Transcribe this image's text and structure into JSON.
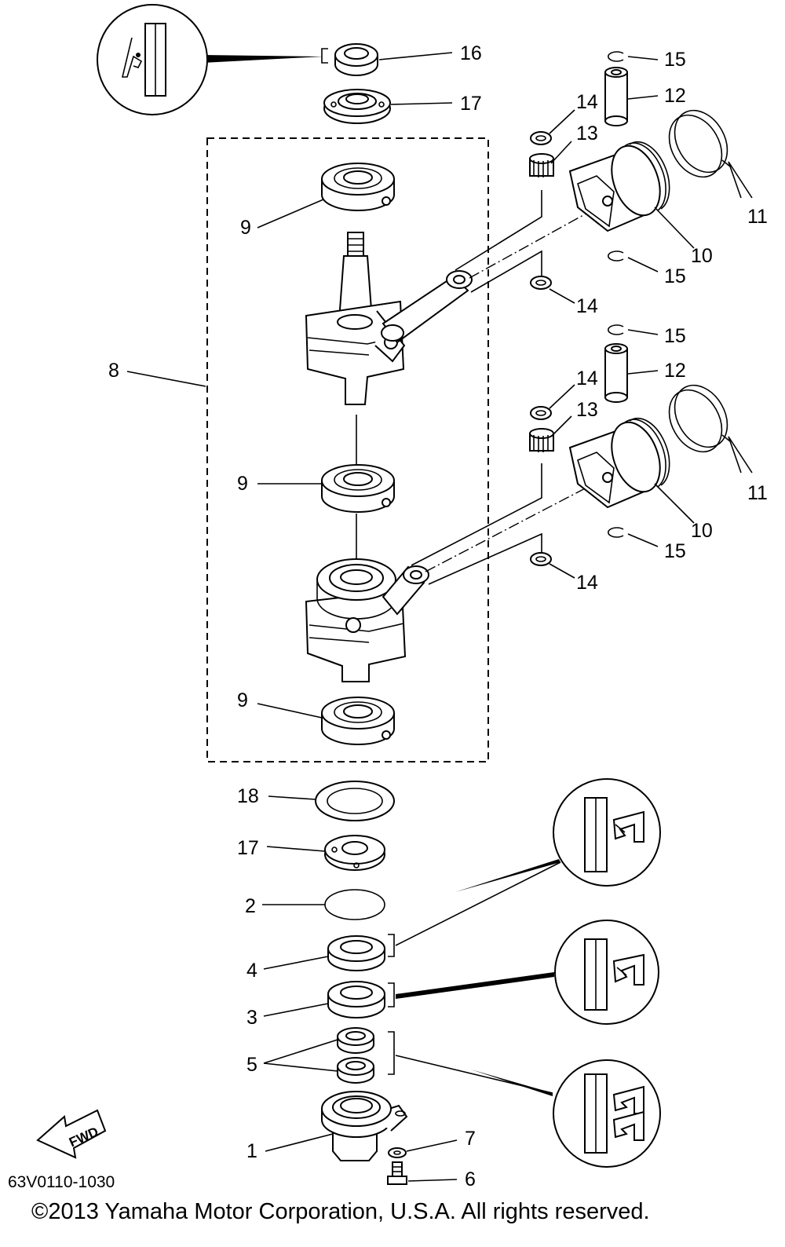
{
  "callouts": {
    "c1": "1",
    "c2": "2",
    "c3": "3",
    "c4": "4",
    "c5": "5",
    "c6": "6",
    "c7": "7",
    "c8": "8",
    "c9": "9",
    "c10": "10",
    "c11": "11",
    "c12": "12",
    "c13": "13",
    "c14": "14",
    "c15": "15",
    "c16": "16",
    "c17": "17",
    "c18": "18"
  },
  "fwd_arrow": {
    "label": "FWD"
  },
  "footer": {
    "diagram_code": "63V0110-1030",
    "copyright": "©2013 Yamaha Motor Corporation, U.S.A. All rights reserved."
  },
  "icons": [
    "fwd-arrow-icon",
    "seal-lip-detail-icon"
  ],
  "colors": {
    "line": "#000000",
    "background": "#ffffff"
  }
}
